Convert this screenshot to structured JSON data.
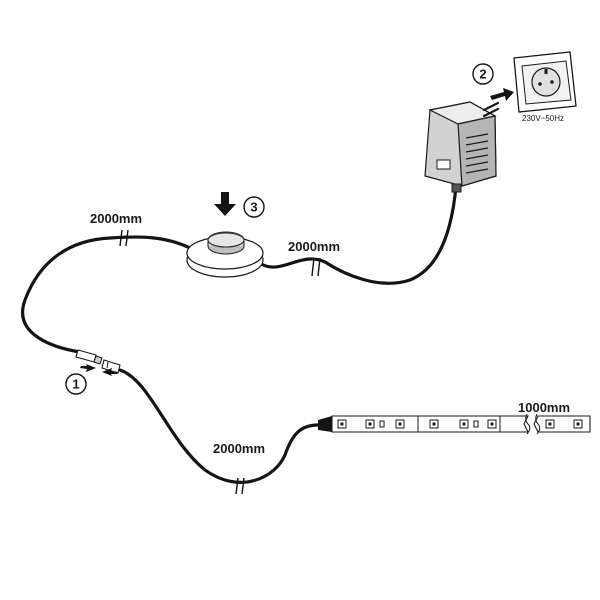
{
  "cable_labels": {
    "segment_top_left": "2000mm",
    "segment_top_right": "2000mm",
    "segment_bottom": "2000mm",
    "strip_length": "1000mm"
  },
  "socket": {
    "rating": "230V~50Hz"
  },
  "steps": {
    "connect": "1",
    "plug_in": "2",
    "press_switch": "3"
  }
}
